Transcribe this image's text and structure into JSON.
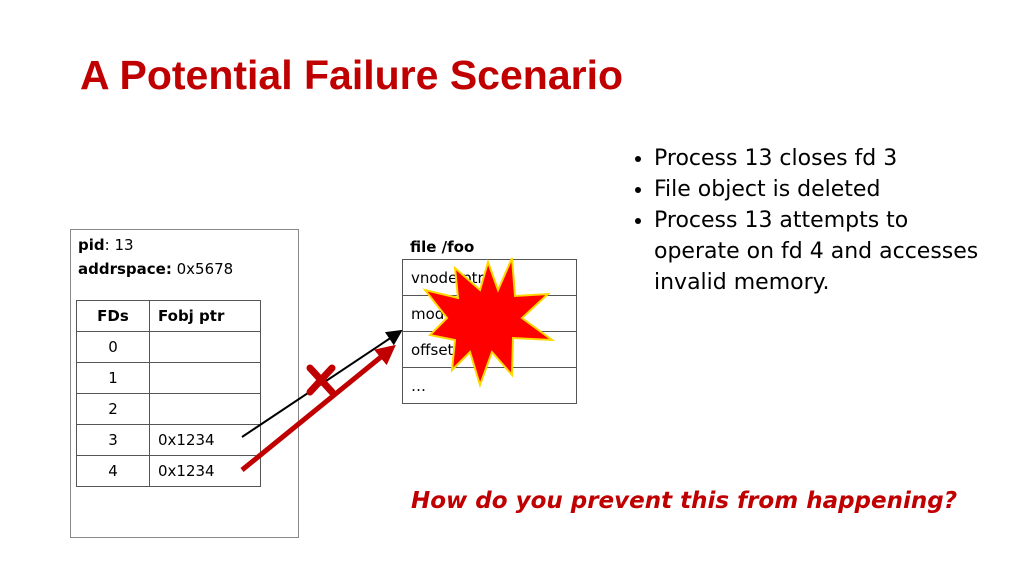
{
  "title": "A Potential Failure Scenario",
  "process": {
    "pid_label": "pid",
    "pid_value": ": 13",
    "addr_label": "addrspace:",
    "addr_value": " 0x5678",
    "fd_table": {
      "headers": [
        "FDs",
        "Fobj ptr"
      ],
      "rows": [
        [
          "0",
          ""
        ],
        [
          "1",
          ""
        ],
        [
          "2",
          ""
        ],
        [
          "3",
          "0x1234"
        ],
        [
          "4",
          "0x1234"
        ]
      ]
    }
  },
  "file": {
    "label": "file /foo",
    "rows": [
      "vnode ptr",
      "mode",
      "offset",
      "…"
    ]
  },
  "bullets": [
    "Process 13 closes fd 3",
    "File object is deleted",
    "Process 13 attempts to operate on fd 4 and accesses invalid memory."
  ],
  "question": "How do you prevent this from happening?",
  "colors": {
    "accent": "#c00000",
    "explosion": "#ff0000",
    "explosion_border": "#ffd700"
  }
}
